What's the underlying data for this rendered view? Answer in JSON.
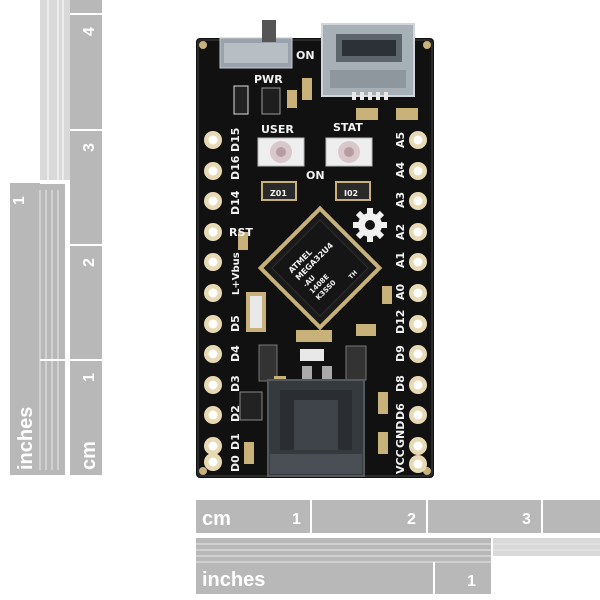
{
  "rulers": {
    "vertical_inches_label": "inches",
    "vertical_inches_tick": "1",
    "vertical_cm_label": "cm",
    "vertical_cm_ticks": [
      "1",
      "2",
      "3",
      "4"
    ],
    "horizontal_cm_label": "cm",
    "horizontal_cm_ticks": [
      "1",
      "2",
      "3"
    ],
    "horizontal_inches_label": "inches",
    "horizontal_inches_tick": "1"
  },
  "board": {
    "switch_labels": {
      "on": "ON",
      "pwr": "PWR"
    },
    "led_labels": {
      "user": "USER",
      "stat": "STAT",
      "on": "ON"
    },
    "resistor_labels": {
      "z01": "Z01",
      "z02": "I02"
    },
    "chip_text": [
      "ATMEL",
      "MEGA32U4",
      "-AU",
      "1408E",
      "K3SS0",
      "TH"
    ],
    "left_pins": [
      "D15",
      "D16",
      "D14",
      "RST",
      "L+Vbus",
      "D5",
      "D4",
      "D3",
      "D2",
      "D1",
      "D0"
    ],
    "right_pins": [
      "A5",
      "A4",
      "A3",
      "A2",
      "A1",
      "A0",
      "D12",
      "D9",
      "D8",
      "D6",
      "GND",
      "VCC"
    ]
  },
  "colors": {
    "ruler": "#b3b3b3",
    "pcb": "#111111",
    "pad": "#e7d9b4",
    "silkscreen": "#f2f2f2"
  }
}
